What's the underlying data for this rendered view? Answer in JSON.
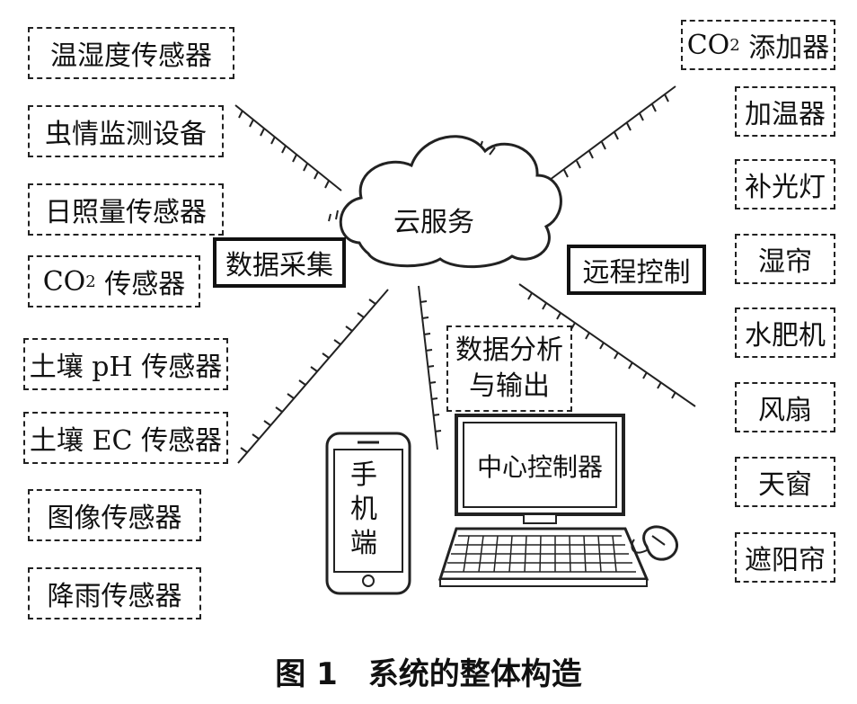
{
  "left_devices": [
    {
      "name": "温湿度传感器"
    },
    {
      "name": "虫情监测设备"
    },
    {
      "name": "日照量传感器"
    },
    {
      "name": "CO",
      "sub": "2",
      "rest": " 传感器"
    },
    {
      "name": "土壤 pH 传感器"
    },
    {
      "name": "土壤 EC 传感器"
    },
    {
      "name": "图像传感器"
    },
    {
      "name": "降雨传感器"
    }
  ],
  "right_devices": [
    {
      "name": "CO",
      "sub": "2",
      "rest": " 添加器"
    },
    {
      "name": "加温器"
    },
    {
      "name": "补光灯"
    },
    {
      "name": "湿帘"
    },
    {
      "name": "水肥机"
    },
    {
      "name": "风扇"
    },
    {
      "name": "天窗"
    },
    {
      "name": "遮阳帘"
    }
  ],
  "cloud_label": "云服务",
  "data_collection": "数据采集",
  "remote_control": "远程控制",
  "analysis": {
    "line1": "数据分析",
    "line2": "与输出"
  },
  "phone_label": [
    "手",
    "机",
    "端"
  ],
  "controller_label": "中心控制器",
  "caption": "图 1　系统的整体构造"
}
